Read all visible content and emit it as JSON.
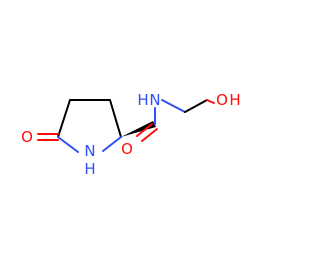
{
  "atom_labels": {
    "ring_nitrogen": "N",
    "ring_hydrogen": "H",
    "amide_nitrogen": "N",
    "amide_hydrogen": "H",
    "lactam_oxygen": "O",
    "amide_oxygen": "O",
    "hydroxyl_oxygen": "O",
    "hydroxyl_hydrogen": "H"
  },
  "colors": {
    "bond": "#000000",
    "oxygen": "#ff0d0d",
    "nitrogen": "#3050f8",
    "background": "#ffffff"
  }
}
